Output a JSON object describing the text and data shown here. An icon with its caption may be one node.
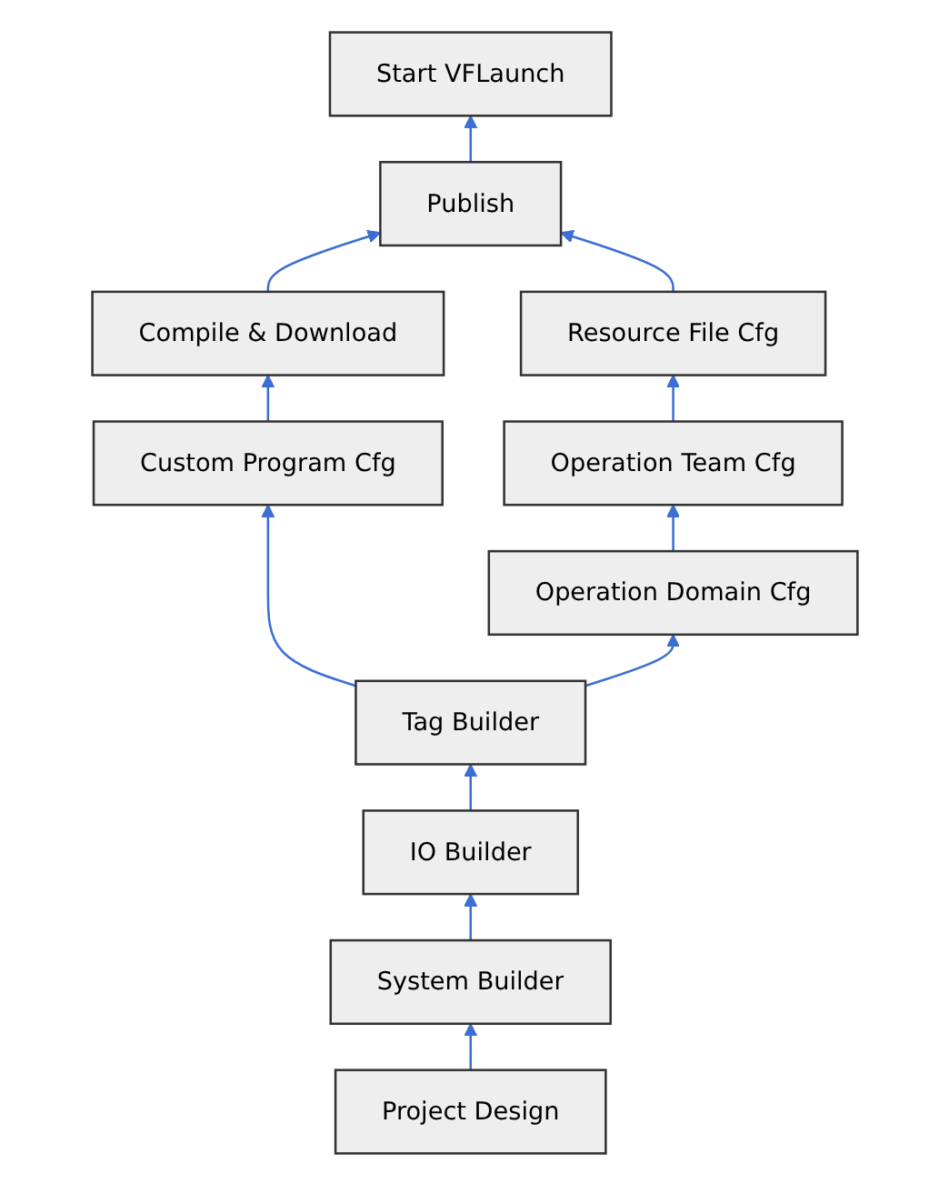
{
  "diagram": {
    "nodes": [
      {
        "text": [
          "Start VFLaunch"
        ]
      },
      {
        "text": [
          "Publish"
        ]
      },
      {
        "text": [
          "Compile & Download"
        ]
      },
      {
        "text": [
          "Resource File Cfg"
        ]
      },
      {
        "text": [
          "Custom Program Cfg"
        ]
      },
      {
        "text": [
          "Operation Team Cfg"
        ]
      },
      {
        "text": [
          "Tag Builder"
        ]
      },
      {
        "text": [
          "Operation Domain Cfg"
        ]
      },
      {
        "text": [
          "IO Builder"
        ]
      },
      {
        "text": [
          "System Builder"
        ]
      },
      {
        "text": [
          "Project Design"
        ]
      }
    ],
    "edges": [
      {
        "from": 10,
        "to": 9,
        "arrow": "to"
      },
      {
        "from": 9,
        "to": 8,
        "arrow": "to"
      },
      {
        "from": 8,
        "to": 6,
        "arrow": "to"
      },
      {
        "from": 6,
        "to": 4,
        "arrow": "to"
      },
      {
        "from": 4,
        "to": 2,
        "arrow": "to"
      },
      {
        "from": 2,
        "to": 1,
        "arrow": "to"
      },
      {
        "from": 6,
        "to": 7,
        "arrow": "to"
      },
      {
        "from": 7,
        "to": 5,
        "arrow": "to"
      },
      {
        "from": 5,
        "to": 3,
        "arrow": "to"
      },
      {
        "from": 3,
        "to": 1,
        "arrow": "to"
      },
      {
        "from": 1,
        "to": 0,
        "arrow": "to"
      }
    ]
  }
}
